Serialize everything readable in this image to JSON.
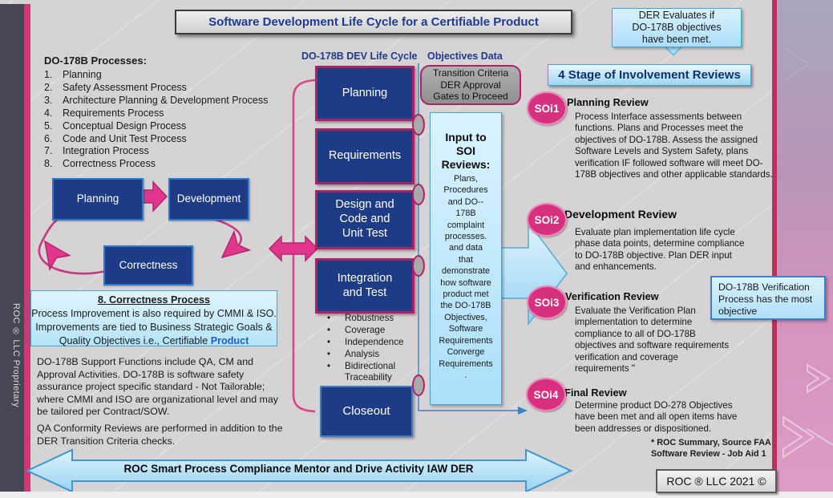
{
  "title": "Software Development Life Cycle for a Certifiable Product",
  "left_rail": {
    "text": "ROC ® LLC Proprietary"
  },
  "processes": {
    "heading": "DO-178B Processes:",
    "items": [
      {
        "num": "1.",
        "label": "Planning"
      },
      {
        "num": "2.",
        "label": "Safety Assessment Process"
      },
      {
        "num": "3.",
        "label": "Architecture Planning & Development Process"
      },
      {
        "num": "4.",
        "label": "Requirements Process"
      },
      {
        "num": "5.",
        "label": "Conceptual Design Process"
      },
      {
        "num": "6.",
        "label": "Code and Unit Test Process"
      },
      {
        "num": "7.",
        "label": "Integration Process"
      },
      {
        "num": "8.",
        "label": "Correctness Process"
      }
    ]
  },
  "flow": {
    "planning": "Planning",
    "development": "Development",
    "correctness": "Correctness"
  },
  "correctness_box": {
    "title": "8. Correctness Process",
    "body_prefix": "Process Improvement is also required by CMMI & ISO. Improvements are tied to Business Strategic Goals & Quality Objectives i.e., Certifiable ",
    "highlight": "Product"
  },
  "support_text": "DO-178B Support Functions include  QA, CM and Approval Activities.  DO-178B is software safety assurance project specific standard  - Not Tailorable; where CMMI and ISO are organizational level and may be tailored per Contract/SOW.",
  "qa_text": "QA Conformity Reviews are performed in addition to the DER Transition Criteria checks.",
  "dev_lifecycle": {
    "header": "DO-178B DEV Life Cycle",
    "boxes": {
      "planning": "Planning",
      "requirements": "Requirements",
      "design": "Design and\nCode and\nUnit Test",
      "integration": "Integration\nand Test",
      "closeout": "Closeout"
    },
    "bullets": [
      "Robustness",
      "Coverage",
      "Independence",
      "Analysis",
      "Bidirectional Traceability"
    ]
  },
  "objectives": {
    "header": "Objectives Data",
    "transition_box": "Transition Criteria\nDER Approval\nGates to Proceed",
    "input_box": {
      "title": "Input to\nSOI\nReviews:",
      "body": "Plans,\nProcedures\nand DO--\n178B\ncomplaint\nprocesses.\nand data\nthat\ndemonstrate\nhow software\nproduct  met\nthe DO-178B\nObjectives,\nSoftware\nRequirements\nConverge\nRequirements\n."
    }
  },
  "der_callout": "DER Evaluates if\nDO-178B objectives\nhave been met.",
  "reviews": {
    "header": "4 Stage of Involvement Reviews",
    "items": [
      {
        "badge": "SOi1",
        "title": "Planning Review",
        "body": "Process Interface assessments between functions. Plans and Processes meet the objectives of DO-178B.  Assess the assigned Software Levels and System Safety, plans verification  IF followed software will meet DO-178B objectives and other applicable standards."
      },
      {
        "badge": "SOi2",
        "title": "Development  Review",
        "body": "Evaluate plan implementation life cycle phase data points, determine compliance to DO-178B objective. Plan DER input and enhancements."
      },
      {
        "badge": "SOi3",
        "title": "Verification Review",
        "body": "Evaluate the Verification Plan implementation to determine compliance to all of DO-178B objectives and software requirements verification  and coverage requirements \""
      },
      {
        "badge": "SOi4",
        "title": "Final Review",
        "body": "Determine product DO-278 Objectives have been met and all open items have been addresses or dispositioned."
      }
    ]
  },
  "verification_note": "DO-178B  Verification Process has the most objective",
  "source_note": "* ROC Summary, Source FAA\nSoftware Review -  Job Aid 1",
  "copyright": "ROC ® LLC 2021 ©",
  "bottom_arrow_label": "ROC Smart Process Compliance Mentor and Drive Activity IAW DER",
  "colors": {
    "navy_box": "#1d3c85",
    "magenta": "#d7307f",
    "light_blue": "#b5e4fa",
    "accent_blue": "#49a2d8"
  }
}
